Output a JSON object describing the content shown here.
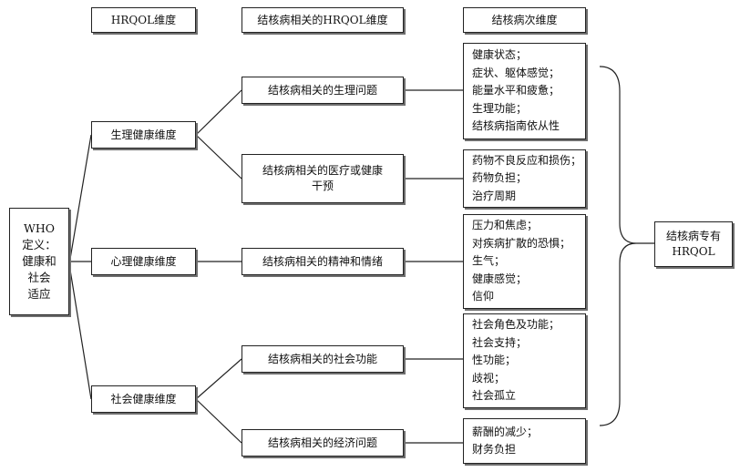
{
  "headers": {
    "level1": "HRQOL维度",
    "level2": "结核病相关的HRQOL维度",
    "level3": "结核病次维度"
  },
  "who_definition": [
    "WHO",
    "定义：",
    "健康和",
    "社会",
    "适应"
  ],
  "dimensions": {
    "physical": "生理健康维度",
    "psychological": "心理健康维度",
    "social": "社会健康维度"
  },
  "tb_dimensions": {
    "physical_problems": "结核病相关的生理问题",
    "medical_intervention": [
      "结核病相关的医疗或健康",
      "干预"
    ],
    "mental_emotion": "结核病相关的精神和情绪",
    "social_function": "结核病相关的社会功能",
    "economic_problems": "结核病相关的经济问题"
  },
  "sub_dimensions": {
    "physical_problems": [
      "健康状态；",
      "症状、躯体感觉；",
      "能量水平和疲惫；",
      "生理功能；",
      "结核病指南依从性"
    ],
    "medical_intervention": [
      "药物不良反应和损伤；",
      "药物负担；",
      "治疗周期"
    ],
    "mental_emotion": [
      "压力和焦虑；",
      "对疾病扩散的恐惧；",
      "生气；",
      "健康感觉；",
      "信仰"
    ],
    "social_function": [
      "社会角色及功能；",
      "社会支持；",
      "性功能；",
      "歧视；",
      "社会孤立"
    ],
    "economic_problems": [
      "薪酬的减少；",
      "财务负担"
    ]
  },
  "result": [
    "结核病专有",
    "HRQOL"
  ]
}
